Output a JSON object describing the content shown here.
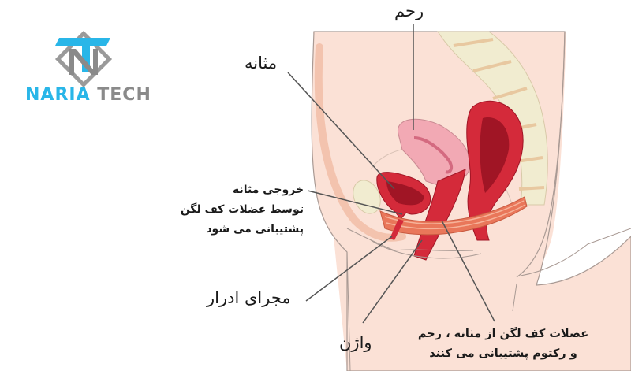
{
  "logo": {
    "brand_first": "NARIA",
    "brand_second": "TECH",
    "icon": "nt-monogram-icon",
    "colors": {
      "primary": "#29b6e8",
      "secondary": "#8a8a8a"
    }
  },
  "labels": {
    "uterus": "رحم",
    "bladder": "مثانه",
    "bladder_outlet": [
      "خروجی مثانه",
      "توسط عضلات کف لگن",
      "پشتیبانی می شود"
    ],
    "urethra": "مجرای ادرار",
    "vagina": "واژن",
    "pelvic_floor": [
      "عضلات کف لگن از مثانه ، رحم",
      "و رکتوم پشتیبانی می کنند"
    ]
  },
  "colors": {
    "skin": "#fbe1d6",
    "skin_dark": "#f6d1c1",
    "outline": "#a99a94",
    "bone": "#f1ecd0",
    "uterus": "#f2a9b4",
    "organ_red": "#d42a3a",
    "organ_dark": "#a01525",
    "muscle": "#e9775a",
    "pointer": "#555555"
  }
}
